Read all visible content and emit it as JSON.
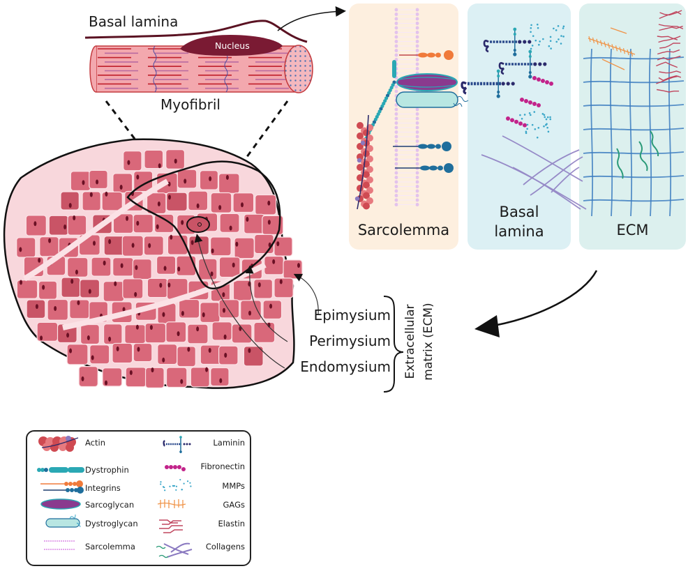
{
  "top_labels": {
    "basal_lamina": "Basal lamina",
    "nucleus": "Nucleus",
    "myofibril": "Myofibril"
  },
  "panels": [
    {
      "id": "sarcolemma",
      "title": "Sarcolemma",
      "bg": "#fdefdf"
    },
    {
      "id": "basal-lamina",
      "title_line1": "Basal",
      "title_line2": "lamina",
      "bg": "#dcf0f4"
    },
    {
      "id": "ecm",
      "title": "ECM",
      "bg": "#dcf0ee"
    }
  ],
  "tissue_layers": [
    {
      "label": "Epimysium"
    },
    {
      "label": "Perimysium"
    },
    {
      "label": "Endomysium"
    }
  ],
  "ecm_brace_label": {
    "line1": "Extracellular",
    "line2": "matrix (ECM)"
  },
  "legend": {
    "left": [
      {
        "label": "Actin",
        "icon": "actin-icon"
      },
      {
        "label": "Dystrophin",
        "icon": "dystrophin-icon"
      },
      {
        "label": "Integrins",
        "icon": "integrins-icon"
      },
      {
        "label": "Sarcoglycan",
        "icon": "sarcoglycan-icon"
      },
      {
        "label": "Dystroglycan",
        "icon": "dystroglycan-icon"
      },
      {
        "label": "Sarcolemma",
        "icon": "sarcolemma-icon"
      }
    ],
    "right": [
      {
        "label": "Laminin",
        "icon": "laminin-icon"
      },
      {
        "label": "Fibronectin",
        "icon": "fibronectin-icon"
      },
      {
        "label": "MMPs",
        "icon": "mmps-icon"
      },
      {
        "label": "GAGs",
        "icon": "gags-icon"
      },
      {
        "label": "Elastin",
        "icon": "elastin-icon"
      },
      {
        "label": "Collagens",
        "icon": "collagens-icon"
      }
    ]
  },
  "colors": {
    "muscle_fill": "#d9687a",
    "muscle_dark": "#c95466",
    "connective": "#f8d7dc",
    "nucleus": "#7a1a33",
    "dystrophin": "#2aa8b4",
    "sarcoglycan": "#8a3a8e",
    "integrin_orange": "#f07a3a",
    "integrin_blue": "#1f6e9c",
    "laminin": "#2b2a6b",
    "fibronectin": "#c2238a",
    "mmps": "#3aa6c8",
    "gags": "#f0954a",
    "elastin": "#c0465e",
    "collagen_grid": "#3c7cc0",
    "collagen_purple": "#8a79c0",
    "collagen_green": "#2a9a78",
    "membrane": "#e3c2ec"
  }
}
